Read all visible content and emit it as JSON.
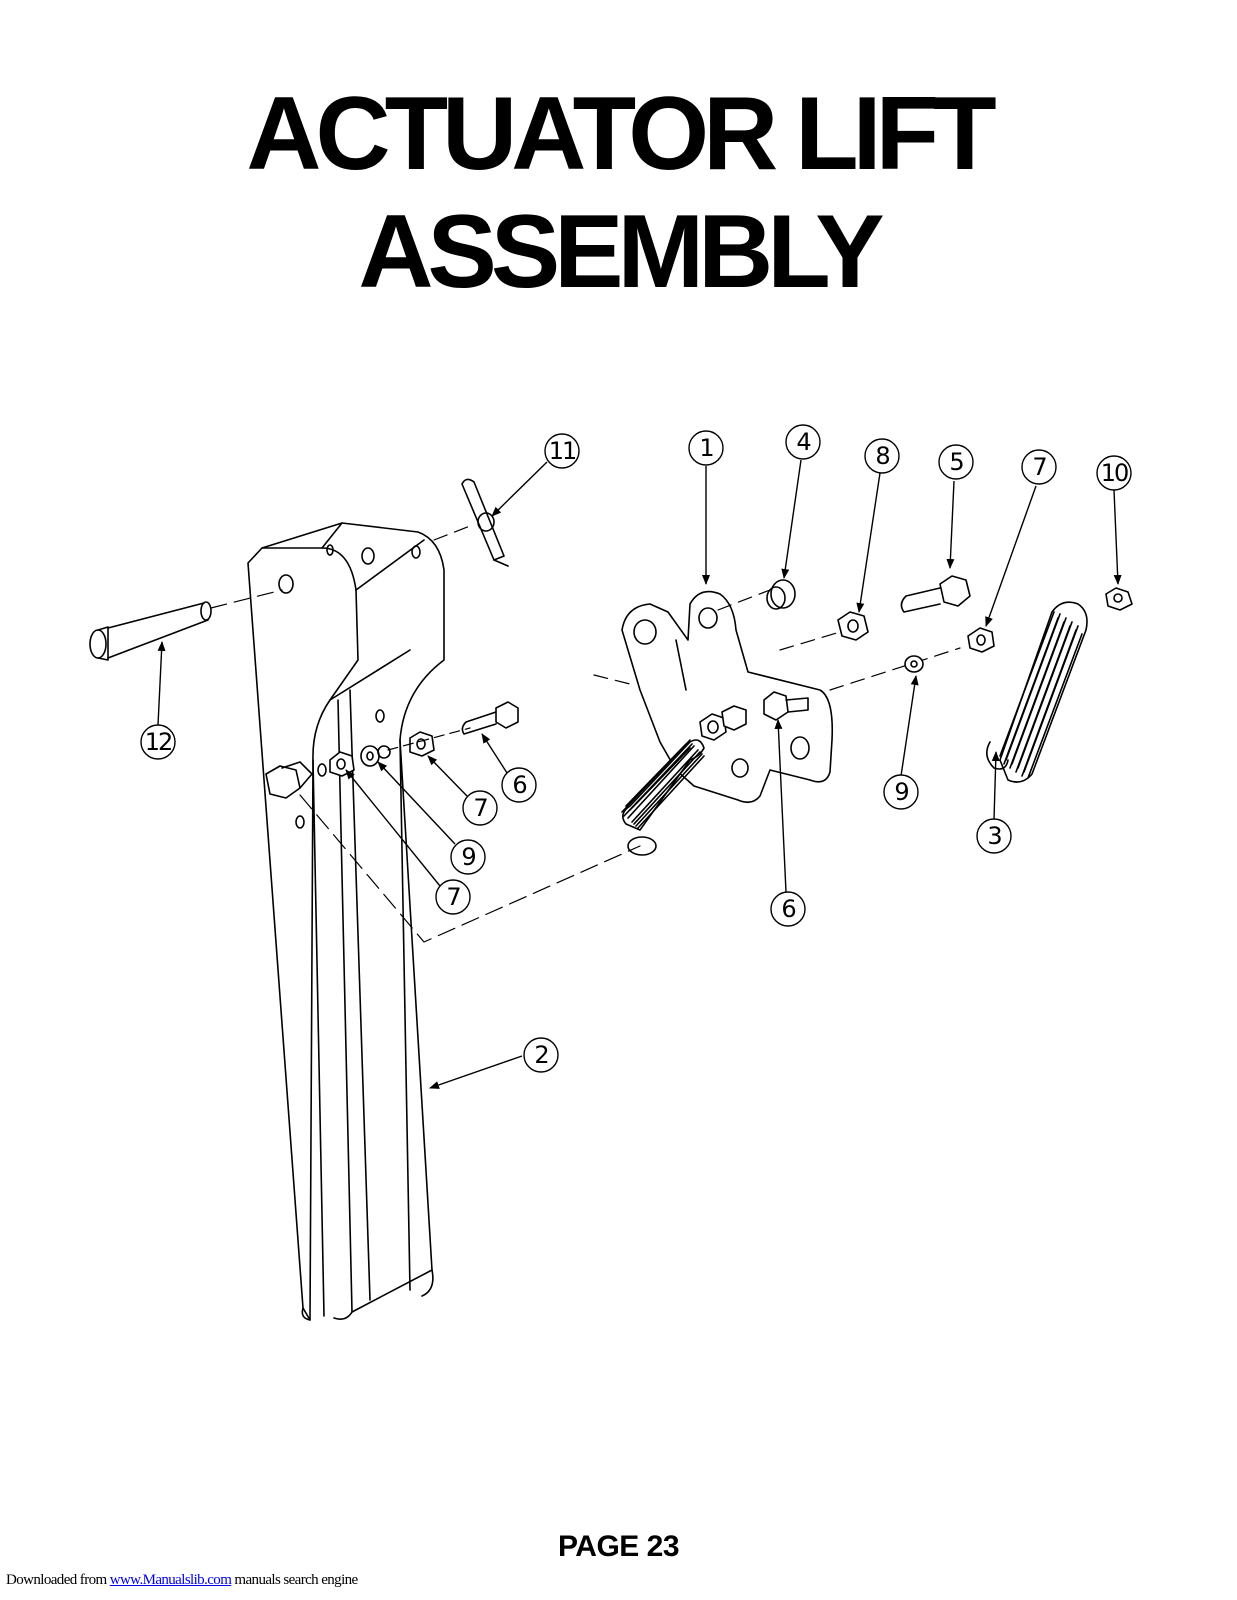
{
  "title": {
    "line1": "ACTUATOR LIFT",
    "line2": "ASSEMBLY"
  },
  "callouts": [
    "1",
    "2",
    "3",
    "4",
    "5",
    "6",
    "6",
    "7",
    "7",
    "7",
    "8",
    "9",
    "9",
    "10",
    "11",
    "12"
  ],
  "page": {
    "label": "PAGE 23"
  },
  "footer": {
    "prefix": "Downloaded from ",
    "link_text": "www.Manualslib.com",
    "suffix": " manuals search engine"
  },
  "colors": {
    "ink": "#000000",
    "link": "#0000ee",
    "background": "#ffffff"
  }
}
